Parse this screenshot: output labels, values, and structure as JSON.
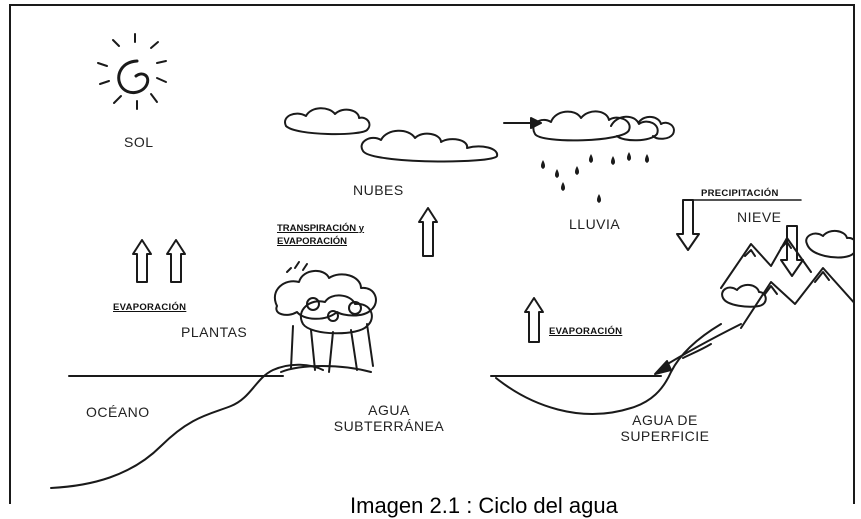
{
  "labels": {
    "sol": "SOL",
    "nubes": "NUBES",
    "lluvia": "LLUVIA",
    "nieve": "NIEVE",
    "plantas": "PLANTAS",
    "oceano": "OCÉANO",
    "agua_subterranea_line1": "AGUA",
    "agua_subterranea_line2": "SUBTERRÁNEA",
    "agua_superficie_line1": "AGUA DE",
    "agua_superficie_line2": "SUPERFICIE"
  },
  "processes": {
    "evaporacion_oceano": "EVAPORACIÓN",
    "transpiracion_line1": "TRANSPIRACIÓN y",
    "transpiracion_line2": "EVAPORACIÓN",
    "precipitacion": "PRECIPITACIÓN",
    "evaporacion_lago": "EVAPORACIÓN"
  },
  "caption": "Imagen 2.1 : Ciclo del agua"
}
